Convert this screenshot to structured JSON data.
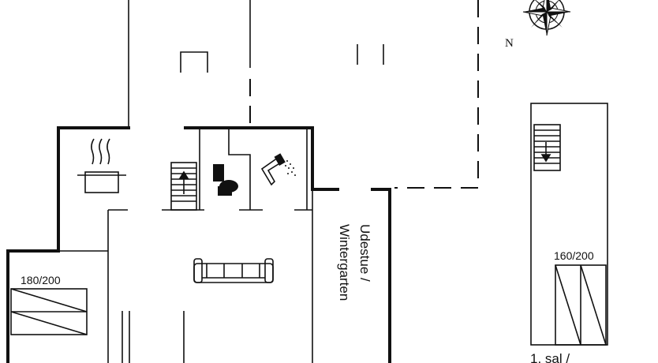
{
  "rooms": {
    "bed_left_size": "180/200",
    "bed_upper_size": "160/200",
    "veranda_label_line1": "Udestue /",
    "veranda_label_line2": "Wintergarten",
    "upper_floor_label": "1. sal /"
  },
  "compass": {
    "north_label": "N"
  },
  "icons": [
    "cooking-pot-icon",
    "stairs-up-icon",
    "toilet-icon",
    "shower-icon",
    "sofa-icon",
    "stairs-down-icon",
    "double-bed-icon",
    "compass-rose-icon"
  ]
}
